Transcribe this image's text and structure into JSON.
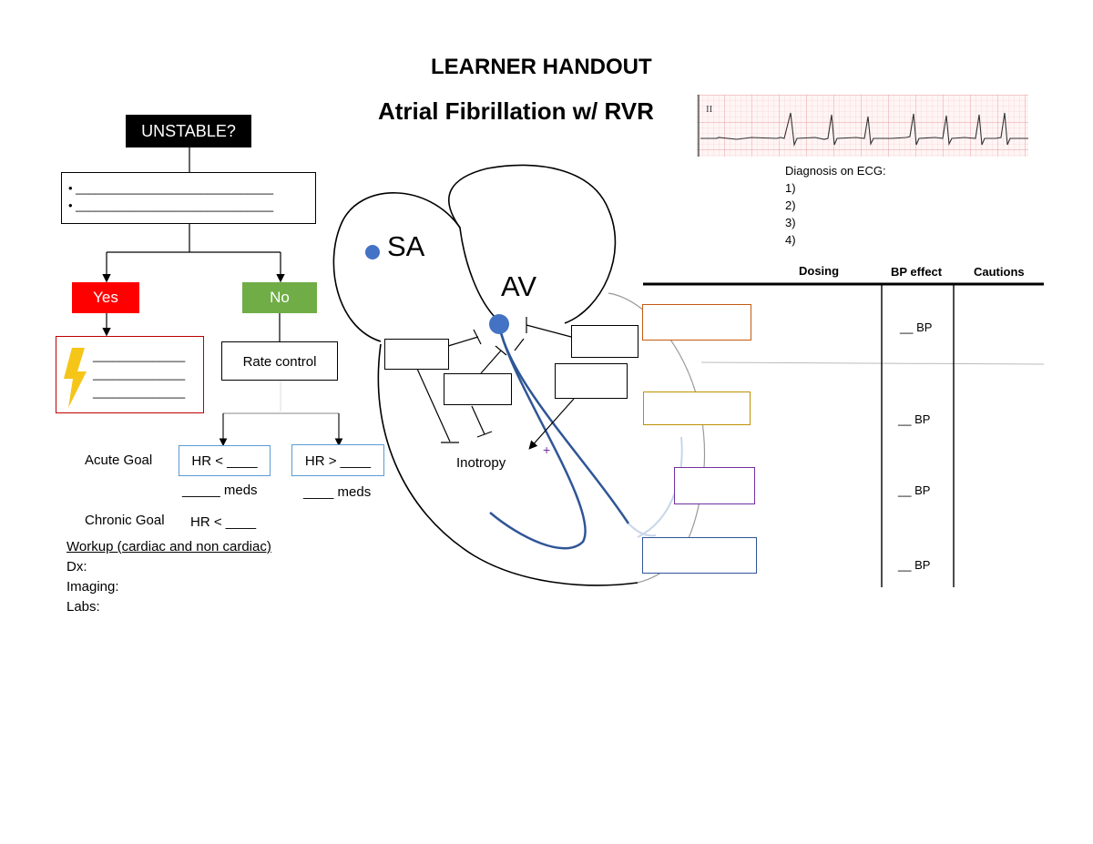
{
  "header": {
    "title": "LEARNER HANDOUT",
    "subtitle": "Atrial Fibrillation w/ RVR"
  },
  "ecg": {
    "lead_label": "II",
    "diagnosis_title": "Diagnosis on ECG:",
    "items": [
      "1)",
      "2)",
      "3)",
      "4)"
    ]
  },
  "flowchart": {
    "unstable_label": "UNSTABLE?",
    "criteria_lines": [
      "• ______________________________",
      "• ______________________________"
    ],
    "yes_label": "Yes",
    "no_label": "No",
    "shock_lines": [
      "______________",
      "______________",
      "______________"
    ],
    "rate_control_label": "Rate control",
    "acute_goal_label": "Acute Goal",
    "acute_hr_lt": "HR < ____",
    "acute_hr_gt": "HR > ____",
    "meds_left": "_____ meds",
    "meds_right": "____ meds",
    "chronic_goal_label": "Chronic Goal",
    "chronic_hr": "HR < ____",
    "workup_title": "Workup (cardiac and non cardiac)",
    "workup_items": [
      "Dx:",
      "Imaging:",
      "Labs:"
    ]
  },
  "heart": {
    "sa_label": "SA",
    "av_label": "AV",
    "inotropy_label": "Inotropy",
    "plus_sign": "+"
  },
  "table": {
    "headers": [
      "Dosing",
      "BP effect",
      "Cautions"
    ],
    "bp_cells": [
      "__ BP",
      "__ BP",
      "__ BP",
      "__ BP"
    ]
  },
  "colors": {
    "yes_red": "#ff0000",
    "no_green": "#70ad47",
    "bolt_yellow": "#f5c518",
    "shock_border": "#c00000",
    "node_blue": "#4472c4",
    "conduction_blue": "#2f5597",
    "drug_box_1": "#c55a11",
    "drug_box_2": "#bf9000",
    "drug_box_3": "#7030a0",
    "drug_box_4": "#2f5597",
    "ecg_grid": "#f2b8b8"
  }
}
